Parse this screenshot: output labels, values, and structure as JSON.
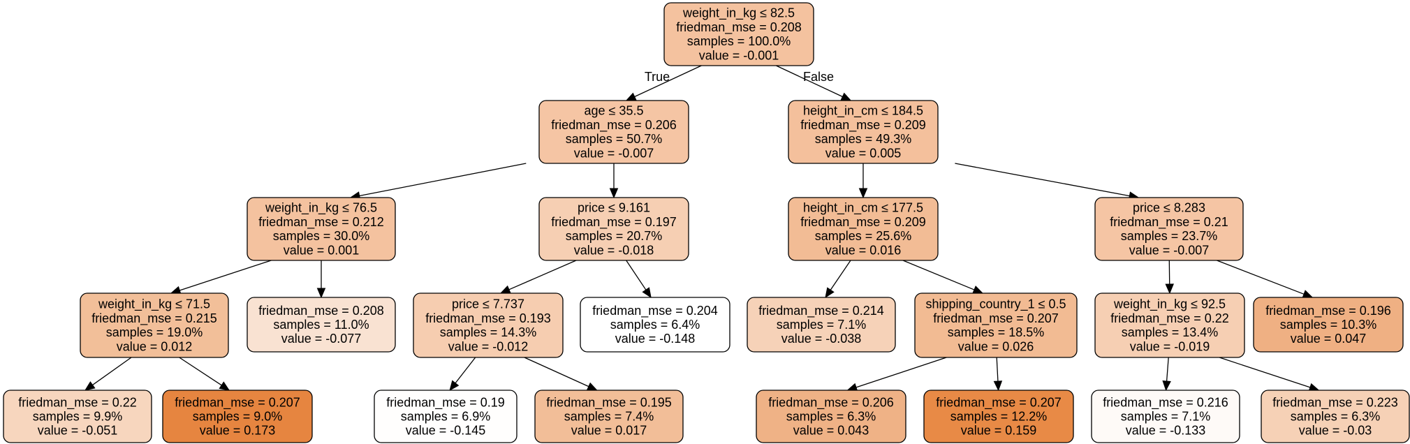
{
  "tree": {
    "edge_labels": {
      "true": "True",
      "false": "False"
    },
    "nodes": [
      {
        "id": "n0",
        "fill": "#f4c29f",
        "lines": [
          "weight_in_kg ≤ 82.5",
          "friedman_mse = 0.208",
          "samples = 100.0%",
          "value = -0.001"
        ]
      },
      {
        "id": "n1",
        "fill": "#f5c5a4",
        "lines": [
          "age ≤ 35.5",
          "friedman_mse = 0.206",
          "samples = 50.7%",
          "value = -0.007"
        ]
      },
      {
        "id": "n2",
        "fill": "#f4c09c",
        "lines": [
          "height_in_cm ≤ 184.5",
          "friedman_mse = 0.209",
          "samples = 49.3%",
          "value = 0.005"
        ]
      },
      {
        "id": "n3",
        "fill": "#f4c29f",
        "lines": [
          "weight_in_kg ≤ 76.5",
          "friedman_mse = 0.212",
          "samples = 30.0%",
          "value = 0.001"
        ]
      },
      {
        "id": "n4",
        "fill": "#f6cfb3",
        "lines": [
          "price ≤ 9.161",
          "friedman_mse = 0.197",
          "samples = 20.7%",
          "value = -0.018"
        ]
      },
      {
        "id": "n5",
        "fill": "#f2bc95",
        "lines": [
          "height_in_cm ≤ 177.5",
          "friedman_mse = 0.209",
          "samples = 25.6%",
          "value = 0.016"
        ]
      },
      {
        "id": "n6",
        "fill": "#f5c5a4",
        "lines": [
          "price ≤ 8.283",
          "friedman_mse = 0.21",
          "samples = 23.7%",
          "value = -0.007"
        ]
      },
      {
        "id": "n7",
        "fill": "#f2bf99",
        "lines": [
          "weight_in_kg ≤ 71.5",
          "friedman_mse = 0.215",
          "samples = 19.0%",
          "value = 0.012"
        ]
      },
      {
        "id": "n8",
        "fill": "#f9e2d2",
        "lines": [
          "friedman_mse = 0.208",
          "samples = 11.0%",
          "value = -0.077"
        ]
      },
      {
        "id": "n9",
        "fill": "#f6cdb0",
        "lines": [
          "price ≤ 7.737",
          "friedman_mse = 0.193",
          "samples = 14.3%",
          "value = -0.012"
        ]
      },
      {
        "id": "n10",
        "fill": "#ffffff",
        "lines": [
          "friedman_mse = 0.204",
          "samples = 6.4%",
          "value = -0.148"
        ]
      },
      {
        "id": "n11",
        "fill": "#f6d2b8",
        "lines": [
          "friedman_mse = 0.214",
          "samples = 7.1%",
          "value = -0.038"
        ]
      },
      {
        "id": "n12",
        "fill": "#f2bb93",
        "lines": [
          "shipping_country_1 ≤ 0.5",
          "friedman_mse = 0.207",
          "samples = 18.5%",
          "value = 0.026"
        ]
      },
      {
        "id": "n13",
        "fill": "#f6cfb3",
        "lines": [
          "weight_in_kg ≤ 92.5",
          "friedman_mse = 0.22",
          "samples = 13.4%",
          "value = -0.019"
        ]
      },
      {
        "id": "n14",
        "fill": "#efb083",
        "lines": [
          "friedman_mse = 0.196",
          "samples = 10.3%",
          "value = 0.047"
        ]
      },
      {
        "id": "n15",
        "fill": "#f7d6be",
        "lines": [
          "friedman_mse = 0.22",
          "samples = 9.9%",
          "value = -0.051"
        ]
      },
      {
        "id": "n16",
        "fill": "#e68540",
        "lines": [
          "friedman_mse = 0.207",
          "samples = 9.0%",
          "value = 0.173"
        ]
      },
      {
        "id": "n17",
        "fill": "#fffefd",
        "lines": [
          "friedman_mse = 0.19",
          "samples = 6.9%",
          "value = -0.145"
        ]
      },
      {
        "id": "n18",
        "fill": "#f2be98",
        "lines": [
          "friedman_mse = 0.195",
          "samples = 7.4%",
          "value = 0.017"
        ]
      },
      {
        "id": "n19",
        "fill": "#efb286",
        "lines": [
          "friedman_mse = 0.206",
          "samples = 6.3%",
          "value = 0.043"
        ]
      },
      {
        "id": "n20",
        "fill": "#e88a46",
        "lines": [
          "friedman_mse = 0.207",
          "samples = 12.2%",
          "value = 0.159"
        ]
      },
      {
        "id": "n21",
        "fill": "#fefaf7",
        "lines": [
          "friedman_mse = 0.216",
          "samples = 7.1%",
          "value = -0.133"
        ]
      },
      {
        "id": "n22",
        "fill": "#f6d1b6",
        "lines": [
          "friedman_mse = 0.223",
          "samples = 6.3%",
          "value = -0.03"
        ]
      }
    ],
    "edges": [
      {
        "from": "n0",
        "to": "n1",
        "label": "true"
      },
      {
        "from": "n0",
        "to": "n2",
        "label": "false"
      },
      {
        "from": "n1",
        "to": "n3"
      },
      {
        "from": "n1",
        "to": "n4"
      },
      {
        "from": "n2",
        "to": "n5"
      },
      {
        "from": "n2",
        "to": "n6"
      },
      {
        "from": "n3",
        "to": "n7"
      },
      {
        "from": "n3",
        "to": "n8"
      },
      {
        "from": "n4",
        "to": "n9"
      },
      {
        "from": "n4",
        "to": "n10"
      },
      {
        "from": "n5",
        "to": "n11"
      },
      {
        "from": "n5",
        "to": "n12"
      },
      {
        "from": "n6",
        "to": "n13"
      },
      {
        "from": "n6",
        "to": "n14"
      },
      {
        "from": "n7",
        "to": "n15"
      },
      {
        "from": "n7",
        "to": "n16"
      },
      {
        "from": "n9",
        "to": "n17"
      },
      {
        "from": "n9",
        "to": "n18"
      },
      {
        "from": "n12",
        "to": "n19"
      },
      {
        "from": "n12",
        "to": "n20"
      },
      {
        "from": "n13",
        "to": "n21"
      },
      {
        "from": "n13",
        "to": "n22"
      }
    ]
  }
}
